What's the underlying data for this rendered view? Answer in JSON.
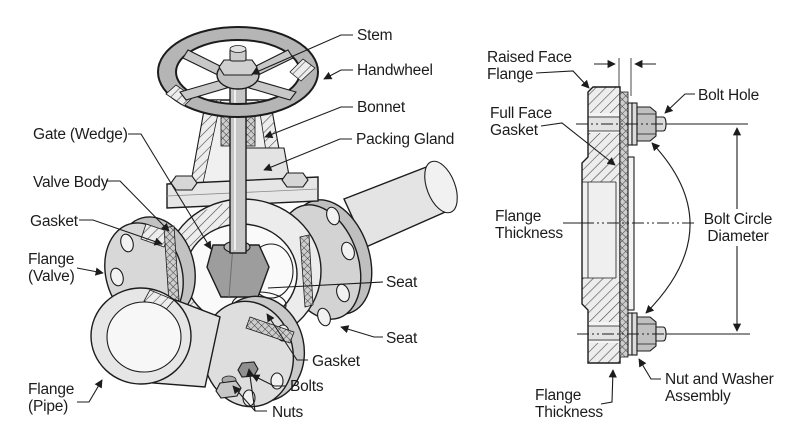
{
  "colors": {
    "background": "#ffffff",
    "line": "#1c1c1c",
    "metal_light": "#ececec",
    "metal_mid": "#c6c6c6",
    "metal_dark": "#9b9b9b",
    "gasket_texture": "#cfcfcf"
  },
  "valve_diagram": {
    "labels": {
      "stem": "Stem",
      "handwheel": "Handwheel",
      "bonnet": "Bonnet",
      "packing_gland": "Packing Gland",
      "gate_wedge": "Gate (Wedge)",
      "valve_body": "Valve Body",
      "gasket_upper": "Gasket",
      "flange_valve": [
        "Flange",
        "(Valve)"
      ],
      "seat_upper": "Seat",
      "seat_lower": "Seat",
      "gasket_lower": "Gasket",
      "bolts": "Bolts",
      "nuts": "Nuts",
      "flange_pipe": [
        "Flange",
        "(Pipe)"
      ]
    }
  },
  "flange_diagram": {
    "labels": {
      "raised_face_flange": [
        "Raised Face",
        "Flange"
      ],
      "full_face_gasket": [
        "Full Face",
        "Gasket"
      ],
      "flange_thickness_side": [
        "Flange",
        "Thickness"
      ],
      "bolt_hole": "Bolt Hole",
      "bolt_circle_diameter": [
        "Bolt Circle",
        "Diameter"
      ],
      "nut_and_washer_assembly": [
        "Nut and Washer",
        "Assembly"
      ],
      "flange_thickness_bottom": [
        "Flange",
        "Thickness"
      ]
    }
  }
}
